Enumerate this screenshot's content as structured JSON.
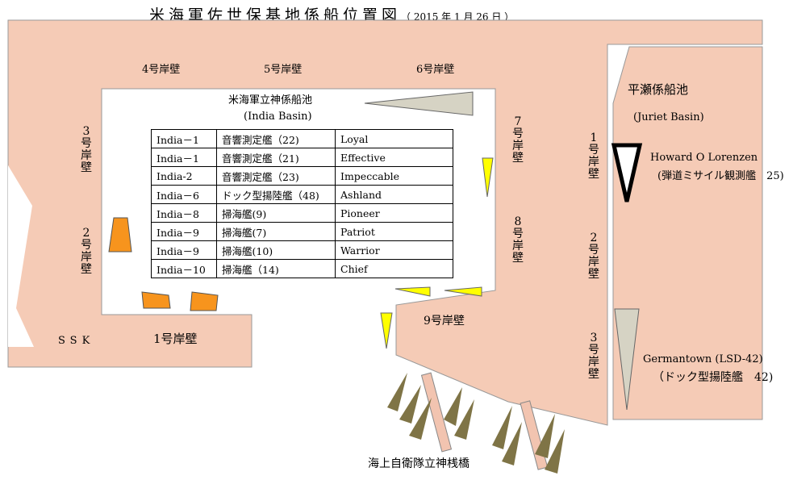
{
  "title": "米海軍佐世保基地係船位置図",
  "date": "（ 2015 年 1 月 26 日 ）",
  "colors": {
    "land": "#f5cbb6",
    "water": "#ffffff",
    "pier": "#f2c4b0",
    "orange_ship": "#f7941d",
    "yellow_ship": "#ffff00",
    "olive_ship": "#7f7446",
    "gray_ship": "#d6d3c4",
    "black_ship": "#000000"
  },
  "basin": {
    "name": "米海軍立神係船池",
    "name_en": "(India Basin)"
  },
  "quays": {
    "q4": "4号岸壁",
    "q5": "5号岸壁",
    "q6": "6号岸壁",
    "q3": "3号岸壁",
    "q2": "2号岸壁",
    "q1": "1号岸壁",
    "q7": "7号岸壁",
    "q8": "8号岸壁",
    "q9": "9号岸壁",
    "ssk": "SSK",
    "jq1": "1号岸壁",
    "jq2": "2号岸壁",
    "jq3": "3号岸壁"
  },
  "jurict": {
    "name": "平瀬係船池",
    "name_en": "(Juriet Basin)"
  },
  "ships_table": [
    [
      "India－1",
      "音響測定艦（22)",
      "Loyal"
    ],
    [
      "India－1",
      "音響測定艦（21)",
      "Effective"
    ],
    [
      "India‐2",
      "音響測定艦（23)",
      "Impeccable"
    ],
    [
      "India－6",
      "ドック型揚陸艦（48)",
      "Ashland"
    ],
    [
      "India－8",
      "掃海艦(9)",
      "Pioneer"
    ],
    [
      "India－9",
      "掃海艦(7)",
      "Patriot"
    ],
    [
      "India－9",
      "掃海艦(10)",
      "Warrior"
    ],
    [
      "India－10",
      "掃海艦（14)",
      "Chief"
    ]
  ],
  "outside_ships": {
    "lorenzen_name": "Howard O Lorenzen",
    "lorenzen_type": "(弾道ミサイル観測艦　25)",
    "germantown_name": "Germantown (LSD-42)",
    "germantown_type": "（ドック型揚陸艦　42)"
  },
  "jmsdf_pier": "海上自衛隊立神桟橋"
}
